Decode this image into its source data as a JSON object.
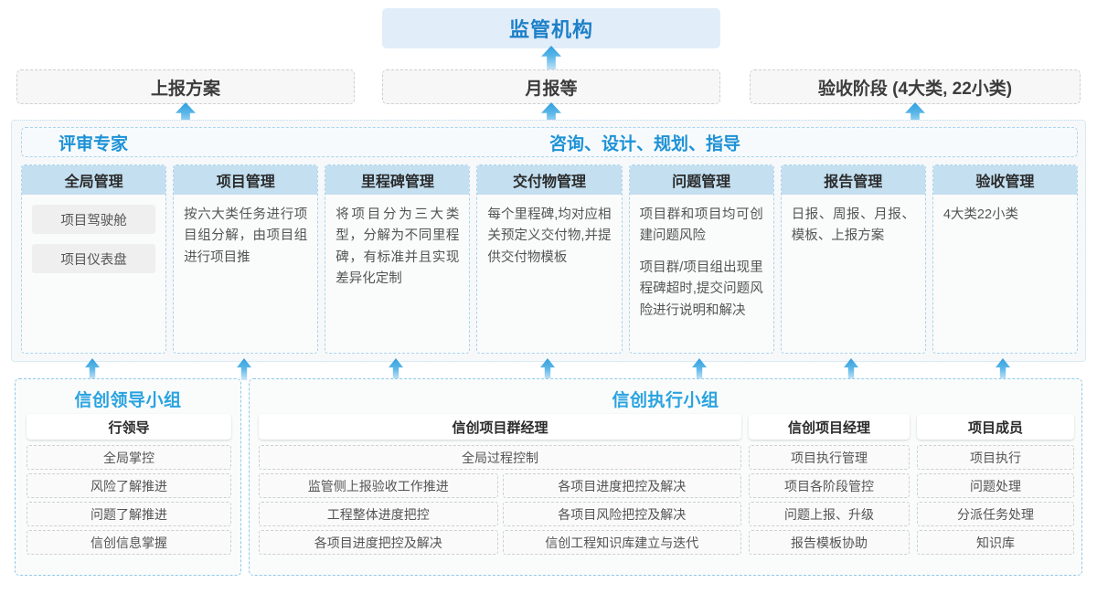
{
  "top": {
    "regulator": "监管机构",
    "documents": [
      {
        "label": "上报方案"
      },
      {
        "label": "月报等"
      },
      {
        "label": "验收阶段 (4大类, 22小类)"
      }
    ]
  },
  "middle": {
    "header_left": "评审专家",
    "header_center": "咨询、设计、规划、指导",
    "columns": [
      {
        "title": "全局管理",
        "pills": [
          "项目驾驶舱",
          "项目仪表盘"
        ],
        "paragraphs": []
      },
      {
        "title": "项目管理",
        "pills": [],
        "paragraphs": [
          "按六大类任务进行项目组分解，由项目组进行项目推"
        ]
      },
      {
        "title": "里程碑管理",
        "pills": [],
        "paragraphs": [
          "将项目分为三大类型，分解为不同里程碑，有标准并且实现差异化定制"
        ]
      },
      {
        "title": "交付物管理",
        "pills": [],
        "paragraphs": [
          "每个里程碑,均对应相关预定义交付物,并提供交付物模板"
        ]
      },
      {
        "title": "问题管理",
        "pills": [],
        "paragraphs": [
          "项目群和项目均可创建问题风险",
          "项目群/项目组出现里程碑超时,提交问题风险进行说明和解决"
        ]
      },
      {
        "title": "报告管理",
        "pills": [],
        "paragraphs": [
          "日报、周报、月报、模板、上报方案"
        ]
      },
      {
        "title": "验收管理",
        "pills": [],
        "paragraphs": [
          "4大类22小类"
        ]
      }
    ]
  },
  "bottom": {
    "leader_group": {
      "title": "信创领导小组",
      "role": "行领导",
      "tasks": [
        "全局掌控",
        "风险了解推进",
        "问题了解推进",
        "信创信息掌握"
      ]
    },
    "exec_group": {
      "title": "信创执行小组",
      "program_manager": {
        "role": "信创项目群经理",
        "full_width_task": "全局过程控制",
        "task_rows": [
          [
            "监管侧上报验收工作推进",
            "各项目进度把控及解决"
          ],
          [
            "工程整体进度把控",
            "各项目风险把控及解决"
          ],
          [
            "各项目进度把控及解决",
            "信创工程知识库建立与迭代"
          ]
        ]
      },
      "project_manager": {
        "role": "信创项目经理",
        "tasks": [
          "项目执行管理",
          "项目各阶段管控",
          "问题上报、升级",
          "报告模板协助"
        ]
      },
      "project_member": {
        "role": "项目成员",
        "tasks": [
          "项目执行",
          "问题处理",
          "分派任务处理",
          "知识库"
        ]
      }
    }
  },
  "colors": {
    "accent_blue": "#1d92d6",
    "header_fill": "#c3dff0",
    "regulator_fill": "#e2edfa",
    "arrow_blue": "#2f9fe0",
    "dashed_grey": "#cfcfcf",
    "dashed_blue": "#a9d4ee"
  }
}
